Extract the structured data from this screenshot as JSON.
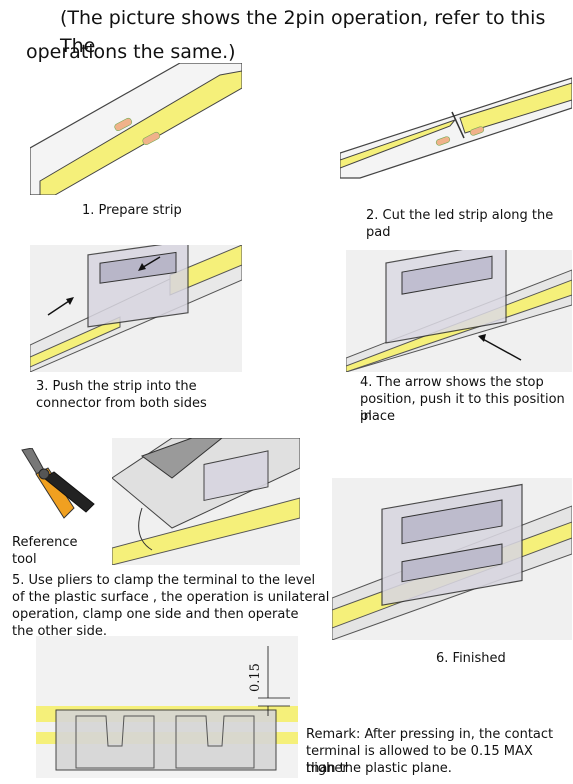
{
  "header": {
    "line1": "(The picture shows the 2pin operation, refer to this The",
    "line2": "operations the same.)"
  },
  "steps": [
    {
      "label": "1. Prepare strip"
    },
    {
      "label": "2. Cut the led strip along the",
      "label2": "pad"
    },
    {
      "label": "3. Push the strip into the",
      "label2": "connector from both sides"
    },
    {
      "label": "4. The arrow shows the stop",
      "label2": "position, push it to this position in",
      "label3": "place"
    },
    {
      "label": "5. Use pliers to clamp the terminal to the level",
      "label2": "of the plastic surface , the operation is unilateral",
      "label3": "operation, clamp one side and then operate",
      "label4": "the other side."
    },
    {
      "label": "6. Finished"
    }
  ],
  "tool": {
    "line1": "Reference",
    "line2": "tool"
  },
  "dimension": {
    "value": "0.15"
  },
  "remark": {
    "line1": "Remark: After pressing in, the contact",
    "line2": "terminal is allowed to be 0.15 MAX higher",
    "line3": "than the plastic plane."
  },
  "colors": {
    "strip": "#f5f07a",
    "pad": "#f0b28a",
    "panel": "#f0f0f0",
    "connector": "#c8c8d0"
  }
}
